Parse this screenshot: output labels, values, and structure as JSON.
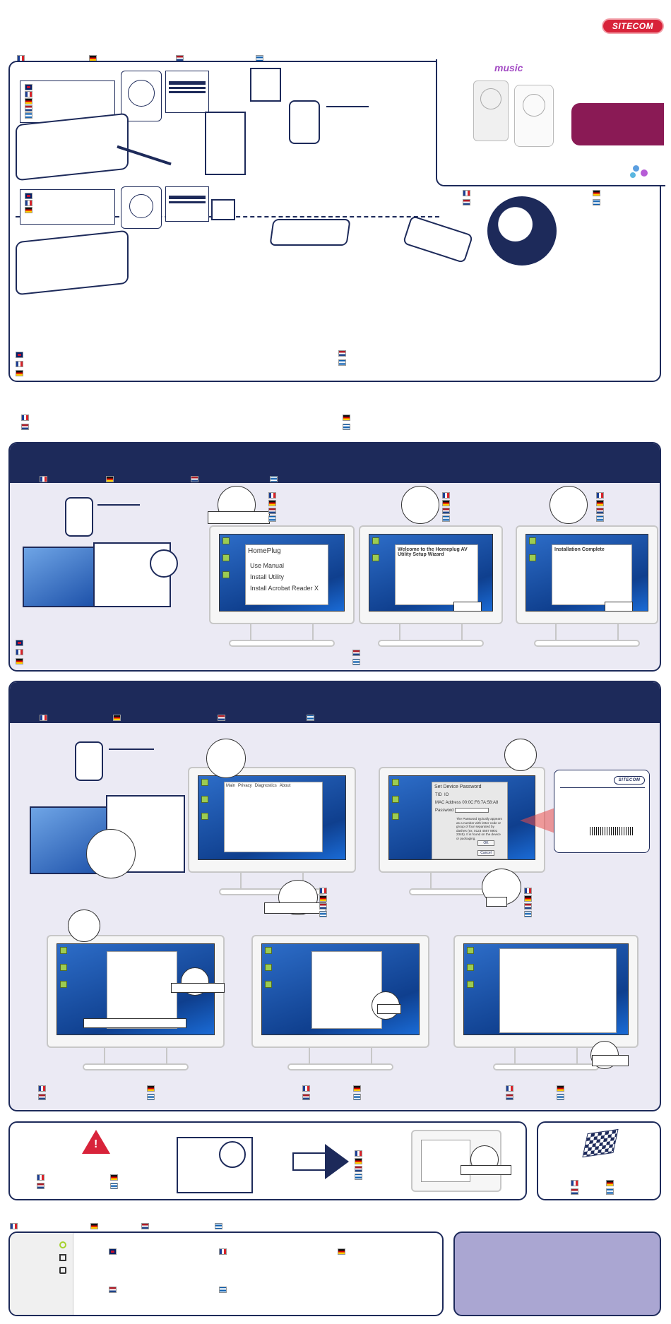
{
  "brand": {
    "logo_text": "SITECOM"
  },
  "hero": {
    "product_word": "music"
  },
  "install": {
    "screen1": {
      "title": "HomePlug",
      "menu": [
        "Use Manual",
        "Install Utility",
        "Install Acrobat Reader X"
      ]
    },
    "screen2": {
      "title": "Welcome to the Homeplug AV Utility Setup Wizard"
    },
    "screen3": {
      "title": "Installation Complete"
    }
  },
  "pair": {
    "password_dialog": {
      "title": "Set Device Password",
      "fields": [
        {
          "label": "TID",
          "value": "IO"
        },
        {
          "label": "MAC Address",
          "value": "00:0C:F6:7A:58:A8"
        },
        {
          "label": "Password",
          "value": ""
        }
      ],
      "hint": "The Password typically appears as a number with letter code or group of four separated by dashes (ex: 0123 4567 8901 2345). It is found on the device or packaging.",
      "ok_label": "OK",
      "cancel_label": "Cancel"
    },
    "tabs": [
      "Main",
      "Privacy",
      "Diagnostics",
      "About"
    ]
  },
  "colors": {
    "navy": "#1d2a5a",
    "accent": "#d8233a",
    "tint": "#ebeaf4",
    "purple": "#8a1a55",
    "lavender": "#aaa6d2"
  }
}
